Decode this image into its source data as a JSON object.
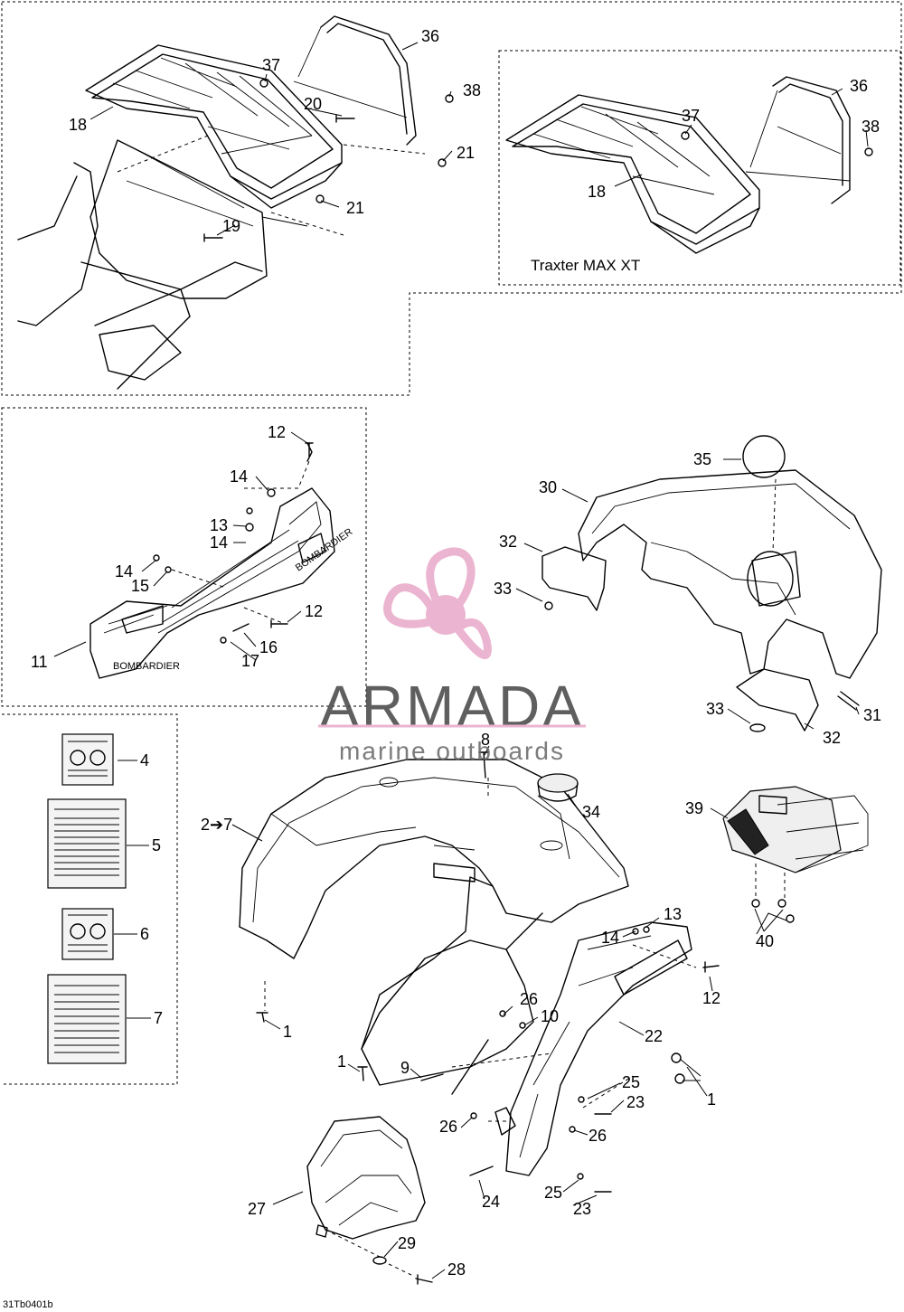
{
  "watermark": {
    "brand": "ARMADA",
    "tagline": "marine outboards",
    "brand_color": "#3a3a3a",
    "accent_color": "#e8a8c8"
  },
  "subassembly_label": "Traxter MAX XT",
  "drawing_code": "31Tb0401b",
  "callouts": {
    "c36a": "36",
    "c37a": "37",
    "c38a": "38",
    "c20": "20",
    "c18a": "18",
    "c21a": "21",
    "c21b": "21",
    "c19": "19",
    "c36b": "36",
    "c37b": "37",
    "c38b": "38",
    "c18b": "18",
    "c12a": "12",
    "c14a": "14",
    "c13a": "13",
    "c14b": "14",
    "c14c": "14",
    "c15": "15",
    "c12b": "12",
    "c16": "16",
    "c17": "17",
    "c11": "11",
    "c35": "35",
    "c30": "30",
    "c32a": "32",
    "c33a": "33",
    "c33b": "33",
    "c32b": "32",
    "c31": "31",
    "c4": "4",
    "c5": "5",
    "c6": "6",
    "c7": "7",
    "c8": "8",
    "c34": "34",
    "c2to7": "2➔7",
    "c39": "39",
    "c40": "40",
    "c13b": "13",
    "c14d": "14",
    "c12c": "12",
    "c1a": "1",
    "c26a": "26",
    "c10": "10",
    "c22": "22",
    "c1b": "1",
    "c9": "9",
    "c1c": "1",
    "c25a": "25",
    "c23a": "23",
    "c26b": "26",
    "c26c": "26",
    "c24": "24",
    "c25b": "25",
    "c23b": "23",
    "c27": "27",
    "c29": "29",
    "c28": "28"
  }
}
